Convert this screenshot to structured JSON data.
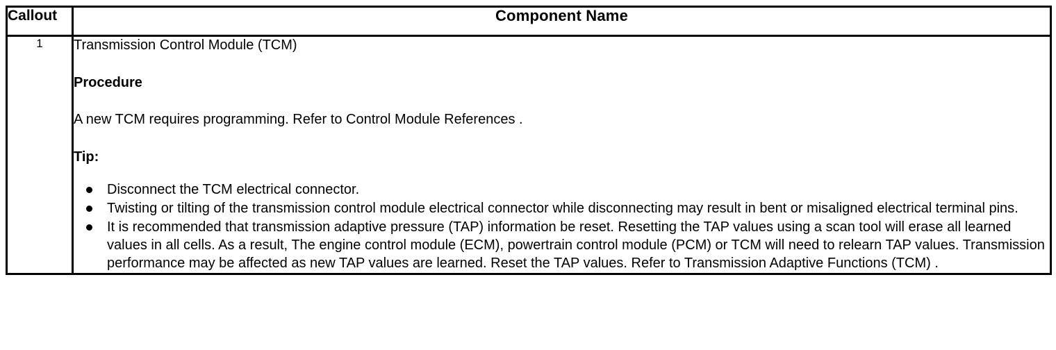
{
  "table": {
    "header": {
      "callout": "Callout",
      "component_name": "Component Name"
    },
    "rows": [
      {
        "callout": "1",
        "title": "Transmission Control Module (TCM)",
        "procedure_heading": "Procedure",
        "procedure_text": "A new TCM requires programming. Refer to Control Module References .",
        "tip_heading": "Tip:",
        "tips": [
          "Disconnect the TCM electrical connector.",
          "Twisting or tilting of the transmission control module electrical connector while disconnecting may result in bent or misaligned electrical terminal pins.",
          "It is recommended that transmission adaptive pressure (TAP) information be reset. Resetting the TAP values using a scan tool will erase all learned values in all cells. As a result, The engine control module (ECM), powertrain control module (PCM) or TCM will need to relearn TAP values. Transmission performance may be affected as new TAP values are learned. Reset the TAP values. Refer to Transmission Adaptive Functions (TCM) ."
        ]
      }
    ]
  },
  "style": {
    "border_color": "#000000",
    "text_color": "#000000",
    "background": "#ffffff"
  }
}
